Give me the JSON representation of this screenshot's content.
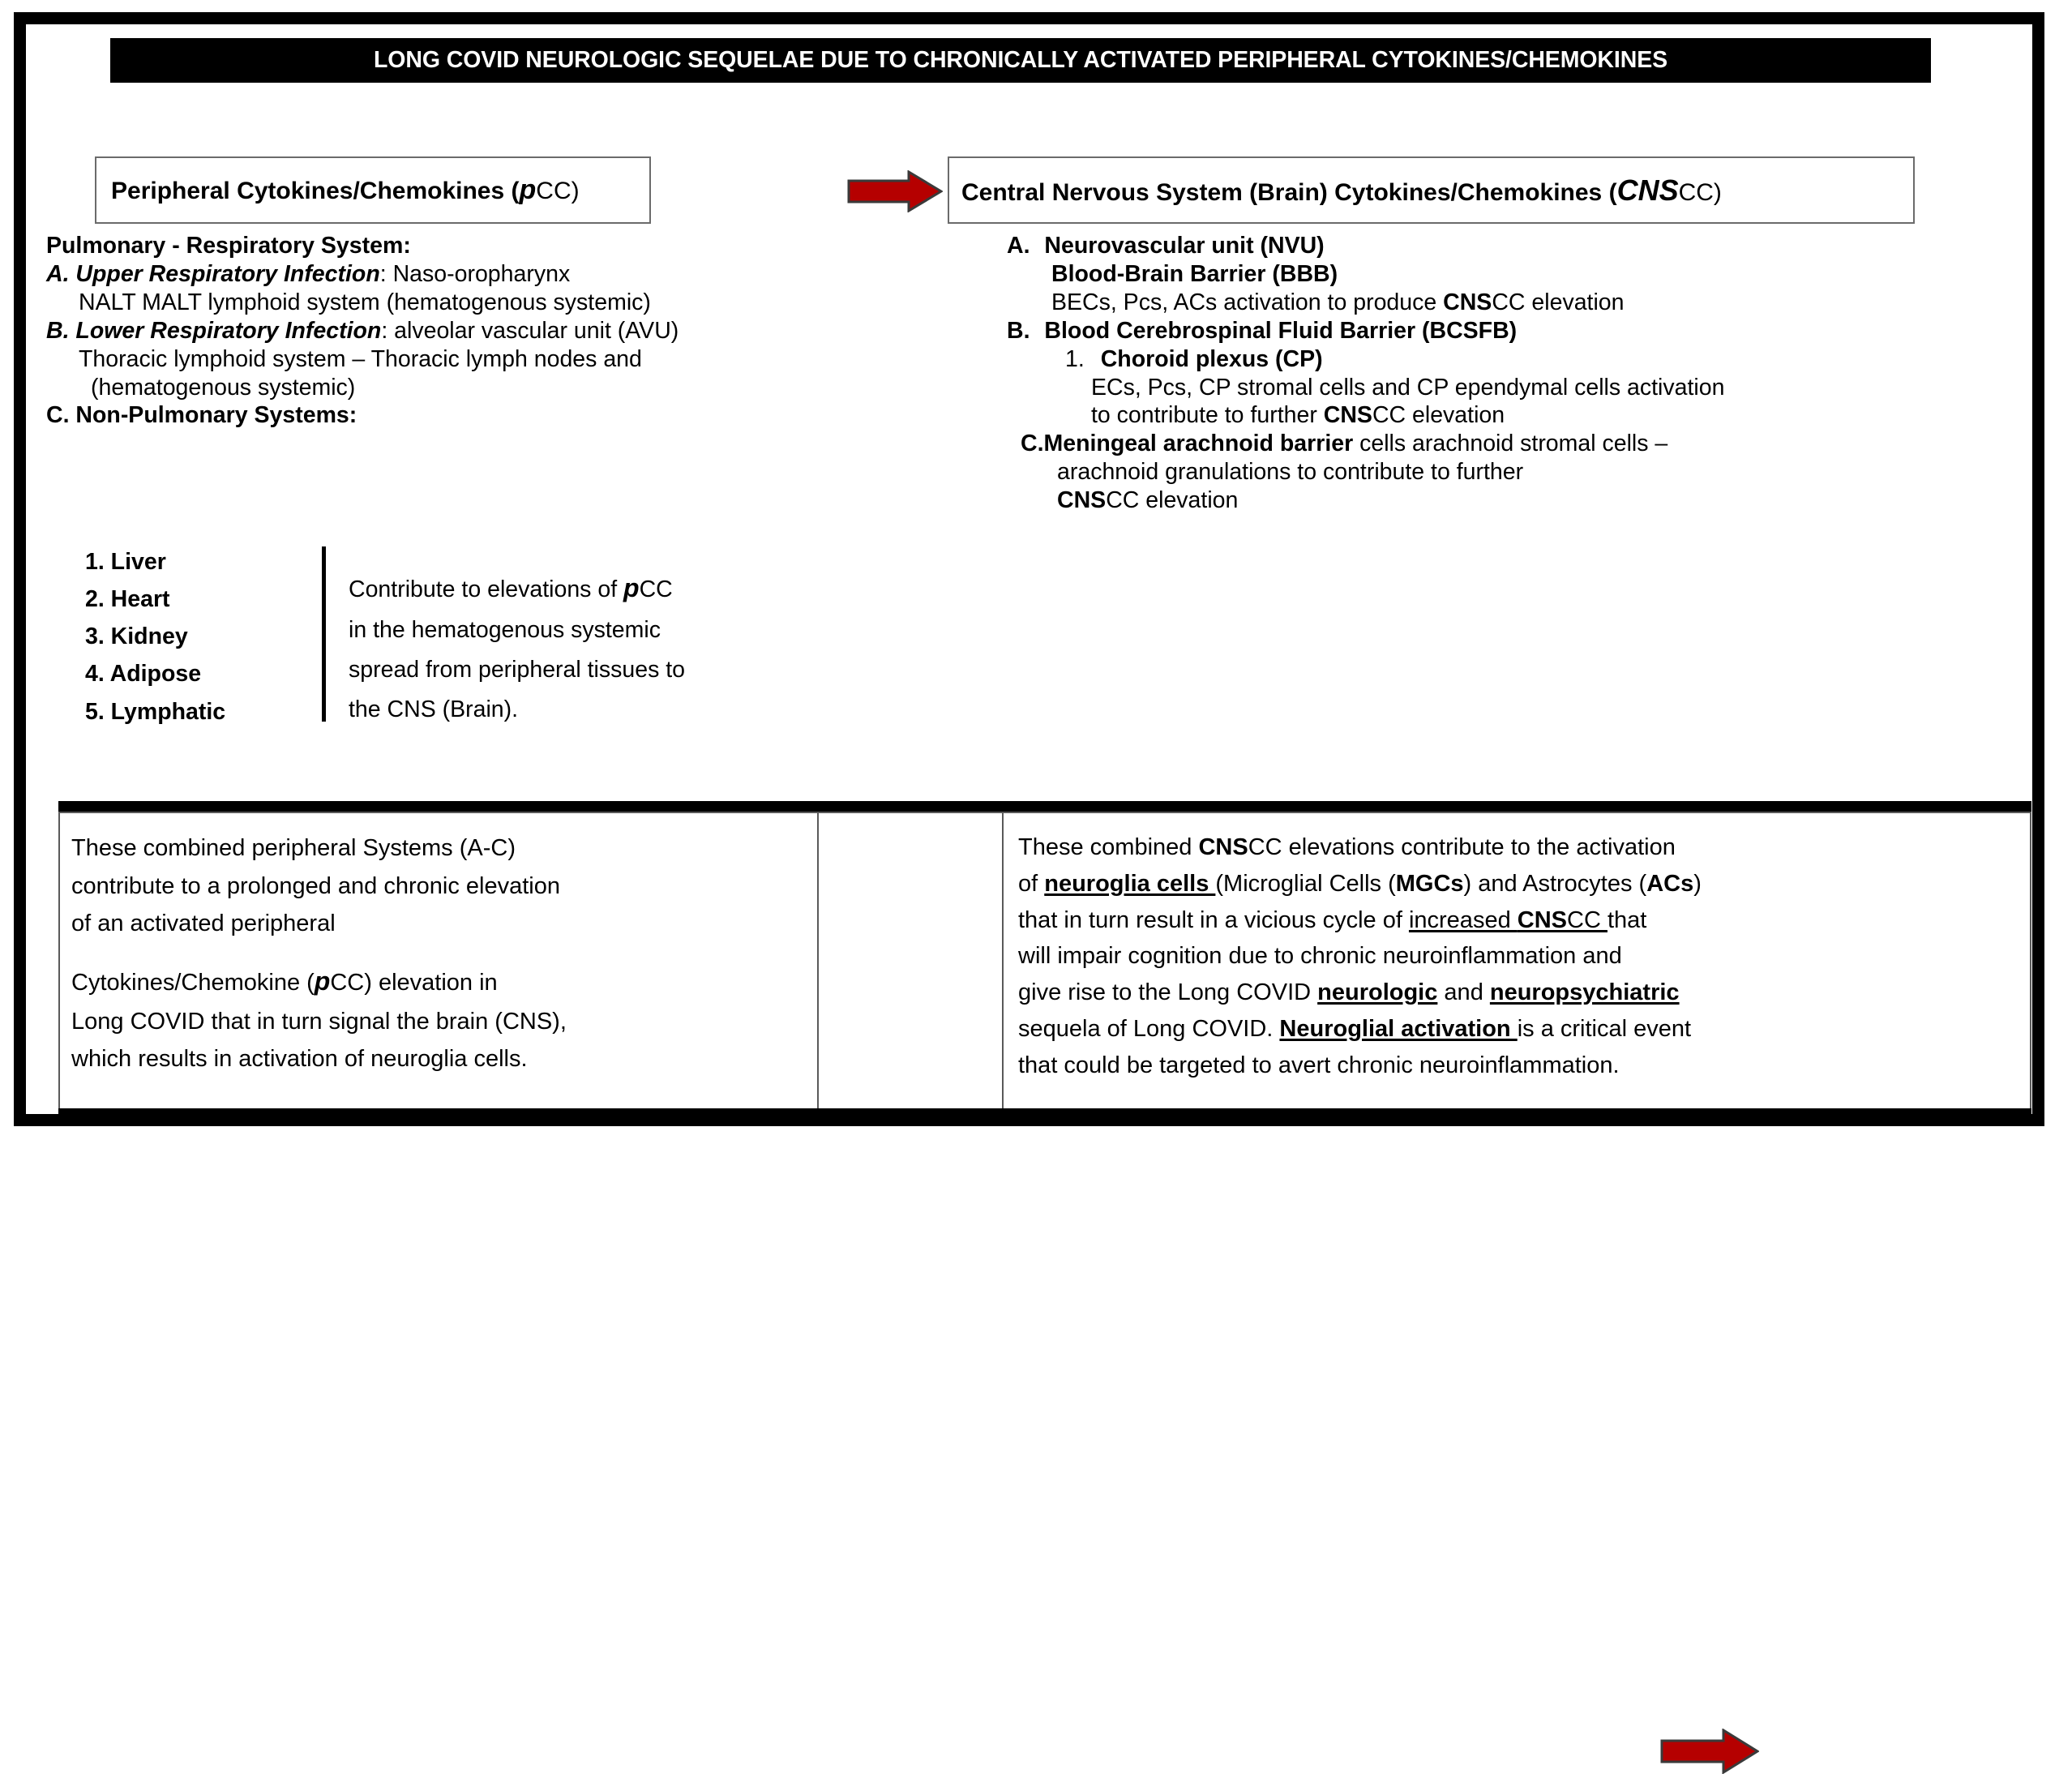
{
  "title": "LONG COVID NEUROLOGIC SEQUELAE DUE TO CHRONICALLY ACTIVATED PERIPHERAL CYTOKINES/CHEMOKINES",
  "colors": {
    "arrow_red": "#B50000",
    "arrow_outline": "#3a3a3a",
    "frame_black": "#000000",
    "box_border_gray": "#6b6b6b"
  },
  "headers": {
    "left": {
      "main": "Peripheral Cytokines/Chemokines (",
      "emphasis": "p",
      "suffix": "CC)"
    },
    "right": {
      "main": "Central Nervous System (Brain) Cytokines/Chemokines (",
      "emphasis": "CNS",
      "suffix": "CC)"
    }
  },
  "arrows": {
    "top": "right-arrow-icon",
    "bottom": "right-arrow-icon"
  },
  "left_column": {
    "heading": "Pulmonary - Respiratory System:",
    "items": [
      {
        "label": "A.",
        "em": "Upper Respiratory Infection",
        "rest": ": Naso-oropharynx"
      },
      {
        "cont": "NALT MALT lymphoid system (hematogenous systemic)"
      },
      {
        "label": "B.",
        "em": "Lower Respiratory Infection",
        "rest": ":  alveolar vascular unit (AVU)"
      },
      {
        "cont": "Thoracic lymphoid system – Thoracic lymph nodes and"
      },
      {
        "cont2": "(hematogenous systemic)"
      }
    ],
    "non_pulmonary_heading": "C. Non-Pulmonary Systems:",
    "organs": [
      "1.  Liver",
      "2.  Heart",
      "3.  Kidney",
      "4.  Adipose",
      "5.  Lymphatic"
    ],
    "organ_note": {
      "line1_a": "Contribute to elevations of ",
      "line1_em": "p",
      "line1_b": "CC",
      "line2": "in the hematogenous systemic",
      "line3": "spread from peripheral tissues to",
      "line4": "the CNS (Brain)."
    }
  },
  "right_column": {
    "a": {
      "label": "A.",
      "line1": "Neurovascular unit (NVU)",
      "line2": "Blood-Brain Barrier (BBB)",
      "line3_a": "BECs, Pcs, ACs activation to produce ",
      "line3_em": "CNS",
      "line3_b": "CC elevation"
    },
    "b": {
      "label": "B.",
      "line1": "Blood Cerebrospinal Fluid Barrier (BCSFB)",
      "sub_label": "1.",
      "sub_line1": "Choroid plexus (CP)",
      "sub_line2": "ECs, Pcs, CP stromal cells and CP ependymal cells activation",
      "sub_line3_a": "to contribute to further ",
      "sub_line3_em": "CNS",
      "sub_line3_b": "CC elevation"
    },
    "c": {
      "label": "C.",
      "line1_em": "Meningeal arachnoid barrier",
      "line1_rest": " cells arachnoid stromal cells –",
      "line2": "arachnoid granulations to contribute to further",
      "line3_em": "CNS",
      "line3_rest": "CC elevation"
    }
  },
  "bottom_left": {
    "line1": "These combined peripheral Systems (A-C)",
    "line2": "contribute to a prolonged and chronic elevation",
    "line3": "of an activated peripheral",
    "line4_a": "Cytokines/Chemokine (",
    "line4_em": "p",
    "line4_b": "CC) elevation in",
    "line5": "Long COVID that in turn signal the brain (CNS),",
    "line6": "which results in activation of neuroglia cells."
  },
  "bottom_right": {
    "line1_a": "These combined ",
    "line1_em": "CNS",
    "line1_b": "CC elevations contribute to the activation",
    "line2_a": "of ",
    "line2_u": "neuroglia cells ",
    "line2_b": "(Microglial Cells (",
    "line2_em1": "MGCs",
    "line2_c": ") and Astrocytes (",
    "line2_em2": "ACs",
    "line2_d": ")",
    "line3_a": "that in turn result in a vicious cycle of ",
    "line3_u1": "increased ",
    "line3_u_em": "CNS",
    "line3_u2": "CC ",
    "line3_b": "that",
    "line4": "will impair cognition due to chronic neuroinflammation and",
    "line5_a": "give rise to the Long COVID ",
    "line5_u1": "neurologic",
    "line5_b": " and ",
    "line5_u2": "neuropsychiatric",
    "line6_a": "sequela of Long COVID.  ",
    "line6_u": "Neuroglial activation ",
    "line6_b": "is a critical event",
    "line7": "that could be targeted to avert chronic neuroinflammation."
  }
}
